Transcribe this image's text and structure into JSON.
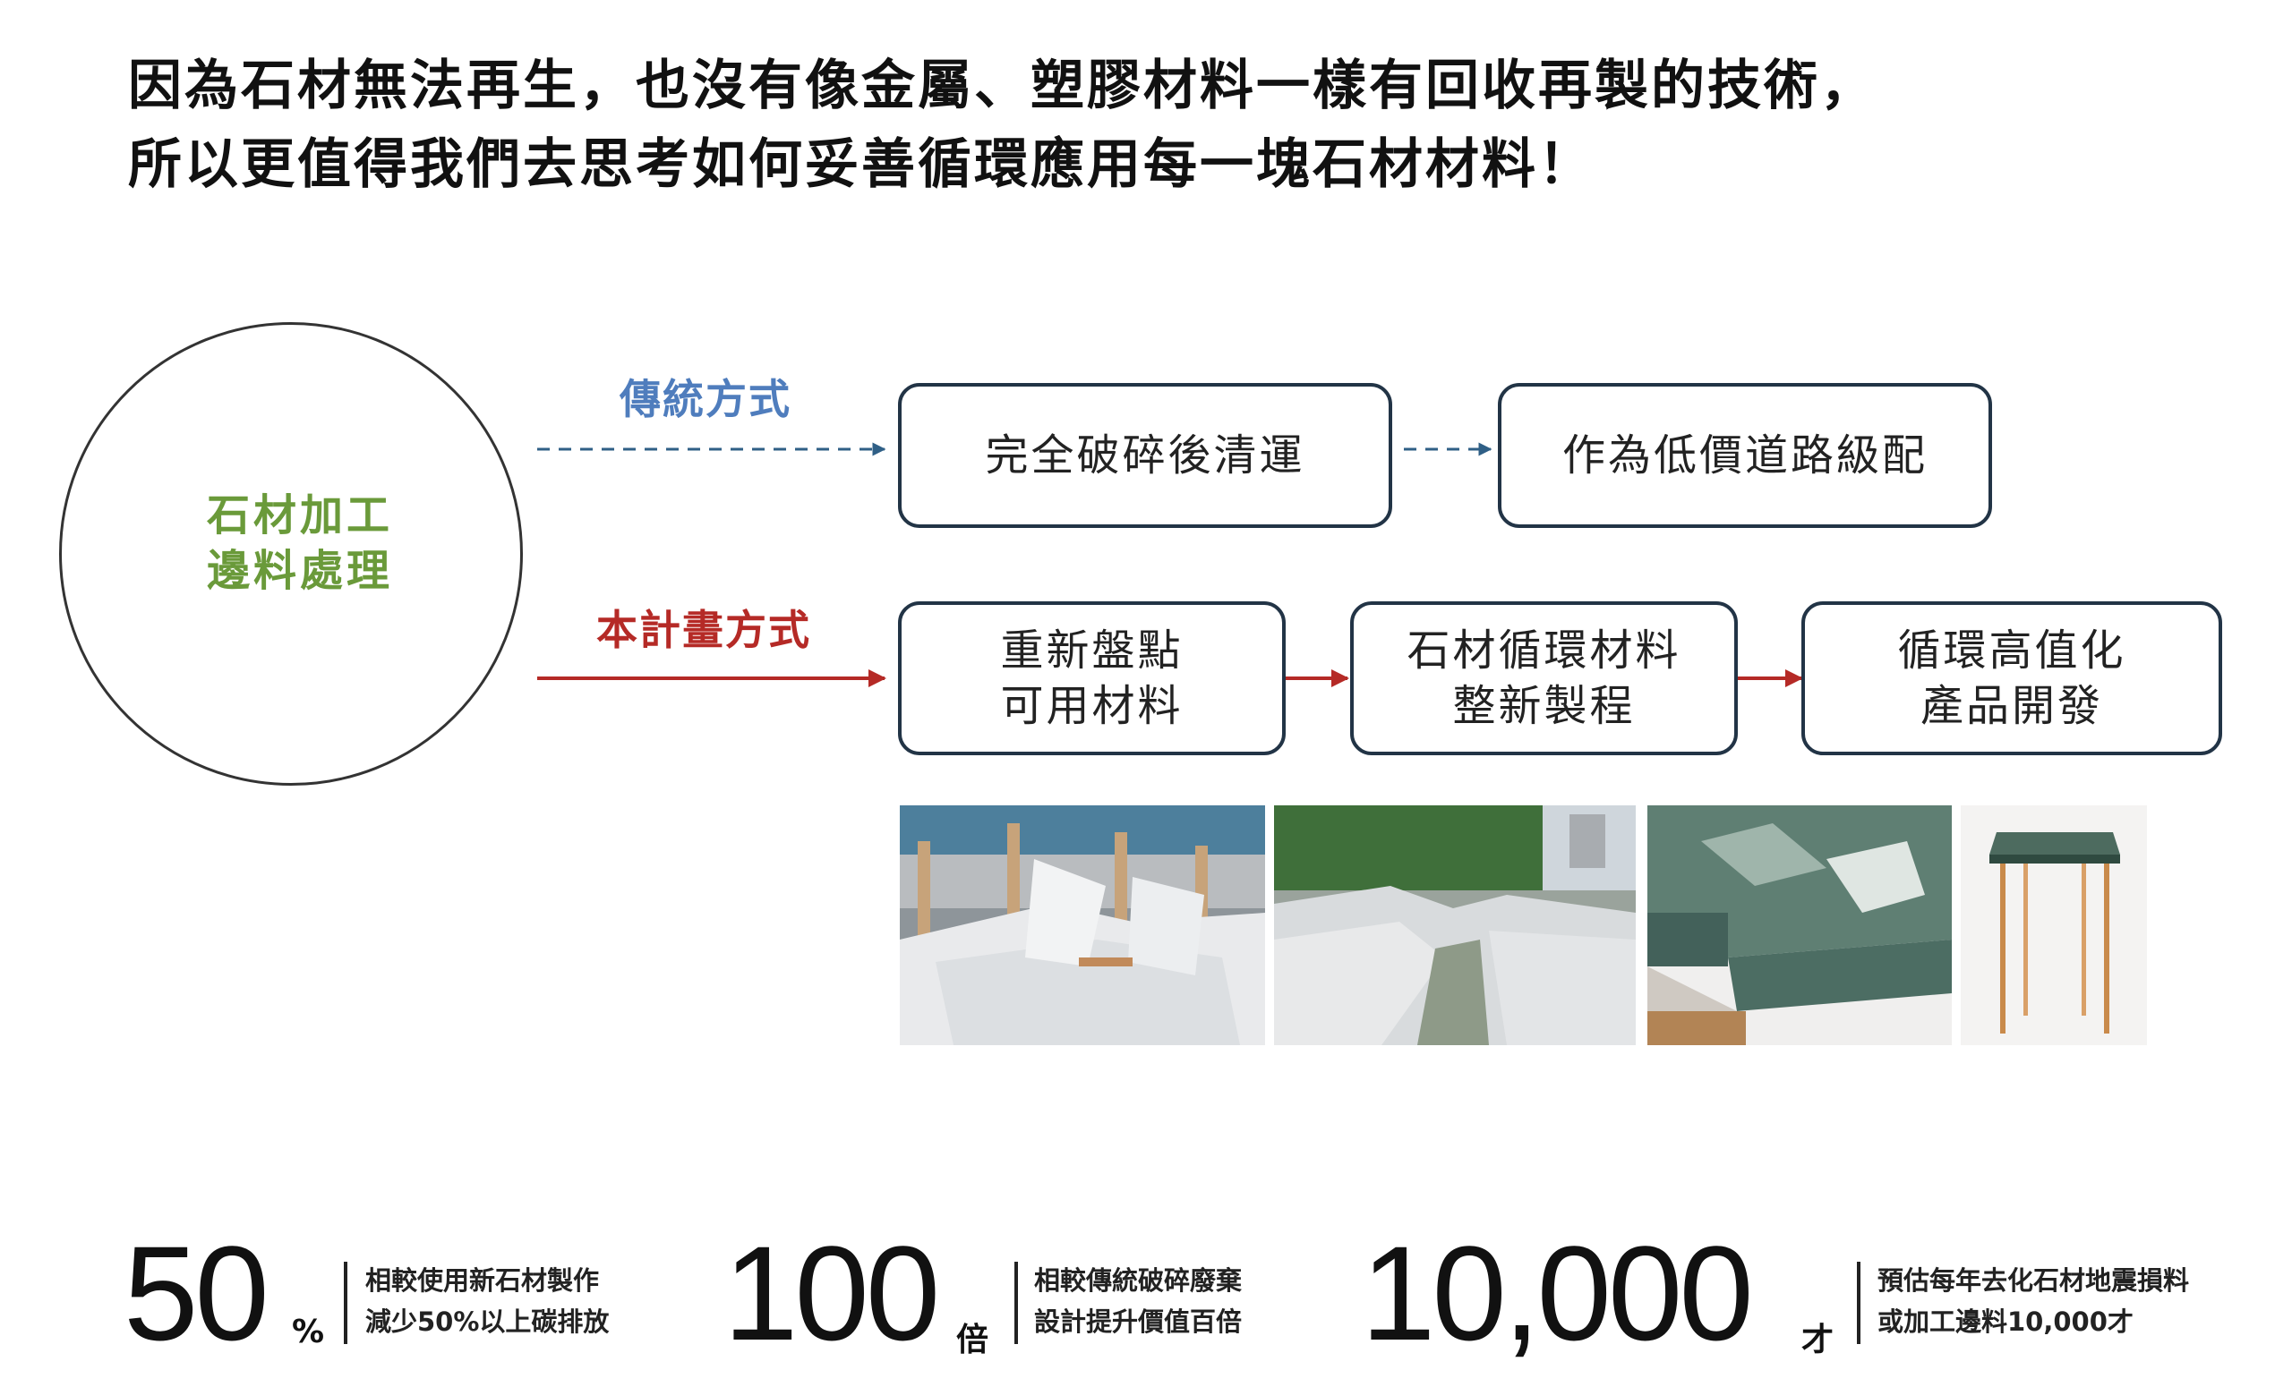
{
  "headline": {
    "line1": "因為石材無法再生，也沒有像金屬、塑膠材料一樣有回收再製的技術，",
    "line2": "所以更值得我們去思考如何妥善循環應用每一塊石材材料！"
  },
  "source": {
    "line1": "石材加工",
    "line2": "邊料處理"
  },
  "traditional": {
    "label": "傳統方式",
    "steps": [
      "完全破碎後清運",
      "作為低價道路級配"
    ]
  },
  "plan": {
    "label": "本計畫方式",
    "steps": [
      {
        "line1": "重新盤點",
        "line2": "可用材料"
      },
      {
        "line1": "石材循環材料",
        "line2": "整新製程"
      },
      {
        "line1": "循環高值化",
        "line2": "產品開發"
      }
    ]
  },
  "colors": {
    "traditional": "#4f7dbd",
    "plan": "#b52a26",
    "source": "#6a9a3a",
    "box_border": "#223446",
    "dash_line": "#2f5f86"
  },
  "stats": [
    {
      "value": "50",
      "unit": "%",
      "desc1": "相較使用新石材製作",
      "desc2": "減少50%以上碳排放"
    },
    {
      "value": "100",
      "unit": "倍",
      "desc1": "相較傳統破碎廢棄",
      "desc2": "設計提升價值百倍"
    },
    {
      "value": "10,000",
      "unit": "才",
      "desc1": "預估每年去化石材地震損料",
      "desc2": "或加工邊料10,000才"
    }
  ]
}
